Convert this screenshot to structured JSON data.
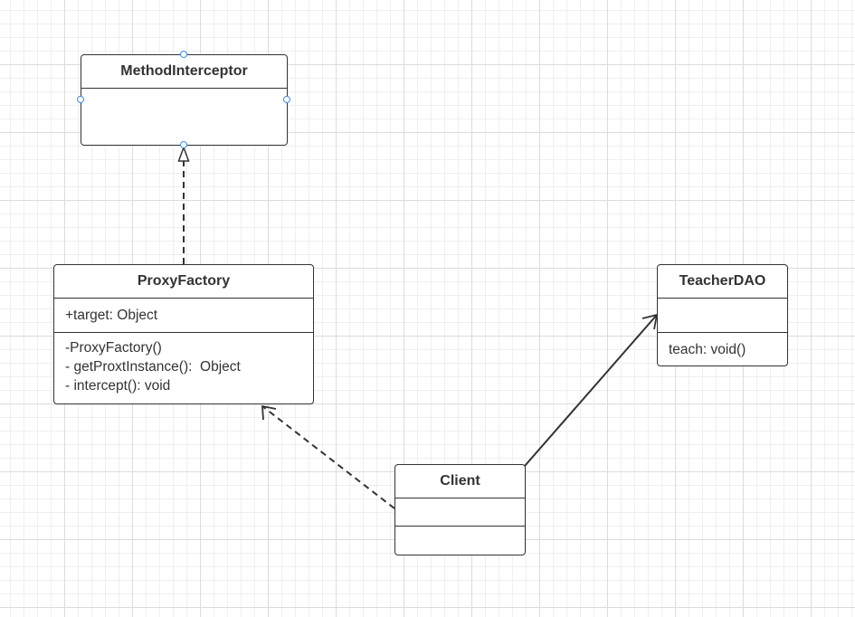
{
  "classes": {
    "method_interceptor": {
      "name": "MethodInterceptor",
      "attributes": [],
      "operations": []
    },
    "proxy_factory": {
      "name": "ProxyFactory",
      "attributes": [
        "+target: Object"
      ],
      "operations": [
        "-ProxyFactory()",
        "- getProxtInstance():  Object",
        "- intercept(): void"
      ]
    },
    "teacher_dao": {
      "name": "TeacherDAO",
      "attributes": [],
      "operations": [
        "teach: void()"
      ]
    },
    "client": {
      "name": "Client",
      "attributes": [],
      "operations": []
    }
  },
  "relationships": [
    {
      "from": "ProxyFactory",
      "to": "MethodInterceptor",
      "type": "realization"
    },
    {
      "from": "Client",
      "to": "ProxyFactory",
      "type": "dependency"
    },
    {
      "from": "Client",
      "to": "TeacherDAO",
      "type": "association"
    }
  ],
  "colors": {
    "stroke": "#333333",
    "selection_handle": "#3a8ee6",
    "grid": "#dcdcdc"
  }
}
